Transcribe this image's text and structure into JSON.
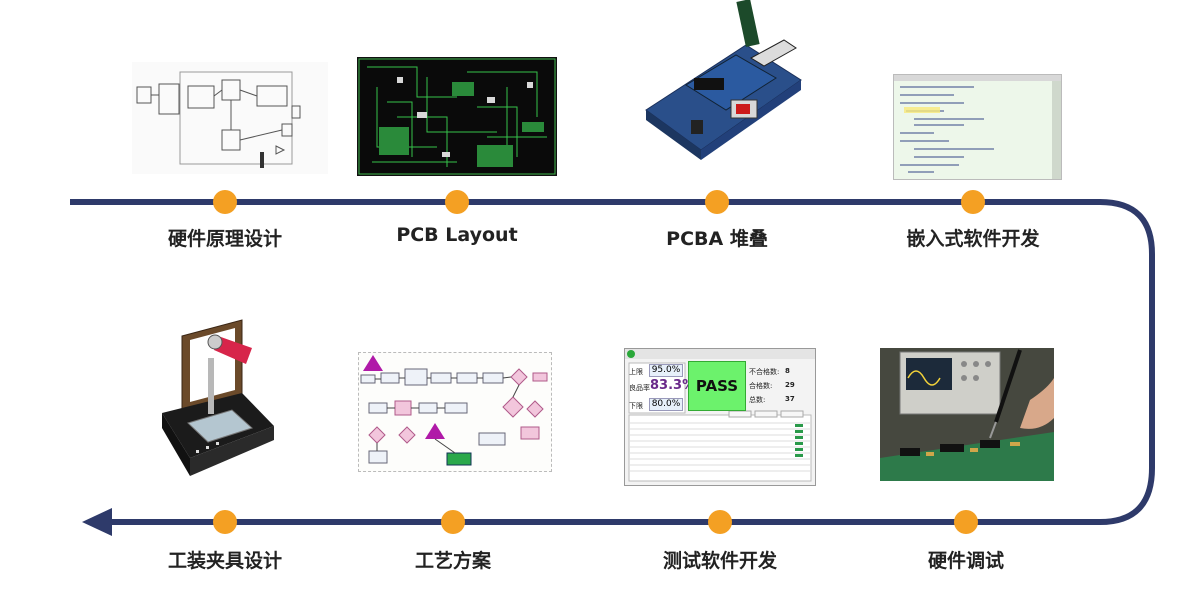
{
  "steps": [
    {
      "label": "硬件原理设计"
    },
    {
      "label": "PCB Layout"
    },
    {
      "label": "PCBA 堆叠"
    },
    {
      "label": "嵌入式软件开发"
    },
    {
      "label": "硬件调试"
    },
    {
      "label": "测试软件开发"
    },
    {
      "label": "工艺方案"
    },
    {
      "label": "工装夹具设计"
    }
  ],
  "test_screen": {
    "result": "PASS",
    "rows": [
      {
        "label": "上限",
        "value": "95.0%"
      },
      {
        "label": "良品率",
        "value": "83.3%"
      },
      {
        "label": "下限",
        "value": "80.0%"
      }
    ],
    "stats": [
      {
        "label": "不合格数:",
        "value": "8"
      },
      {
        "label": "合格数:",
        "value": "29"
      },
      {
        "label": "总数:",
        "value": "37"
      }
    ]
  },
  "colors": {
    "track": "#2e3a6a",
    "node": "#f4a023",
    "pass": "#6cf26c"
  }
}
